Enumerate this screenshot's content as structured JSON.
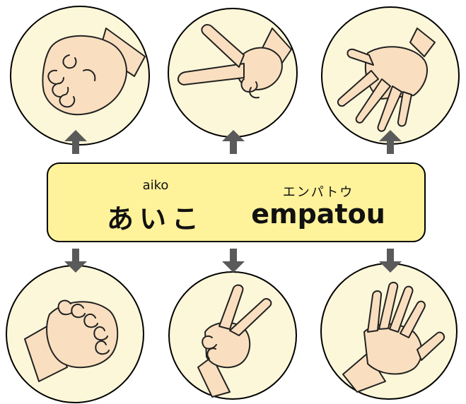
{
  "colors": {
    "circle_fill": "#fdf7d9",
    "circle_stroke": "#000000",
    "arrow": "#5a5a5a",
    "banner_fill": "#fef29a",
    "skin": "#f9dfbf",
    "skin_shadow": "#f0c9a0",
    "line": "#222222"
  },
  "top_hands": [
    {
      "gesture": "rock",
      "icon": "fist-icon"
    },
    {
      "gesture": "scissors",
      "icon": "peace-sign-icon"
    },
    {
      "gesture": "paper",
      "icon": "open-palm-icon"
    }
  ],
  "bottom_hands": [
    {
      "gesture": "rock",
      "icon": "fist-icon"
    },
    {
      "gesture": "scissors",
      "icon": "peace-sign-icon"
    },
    {
      "gesture": "paper",
      "icon": "open-palm-icon"
    }
  ],
  "banner": {
    "left": {
      "ruby": "aiko",
      "word": "あいこ"
    },
    "right": {
      "ruby": "エンパトウ",
      "word": "empatou"
    }
  }
}
